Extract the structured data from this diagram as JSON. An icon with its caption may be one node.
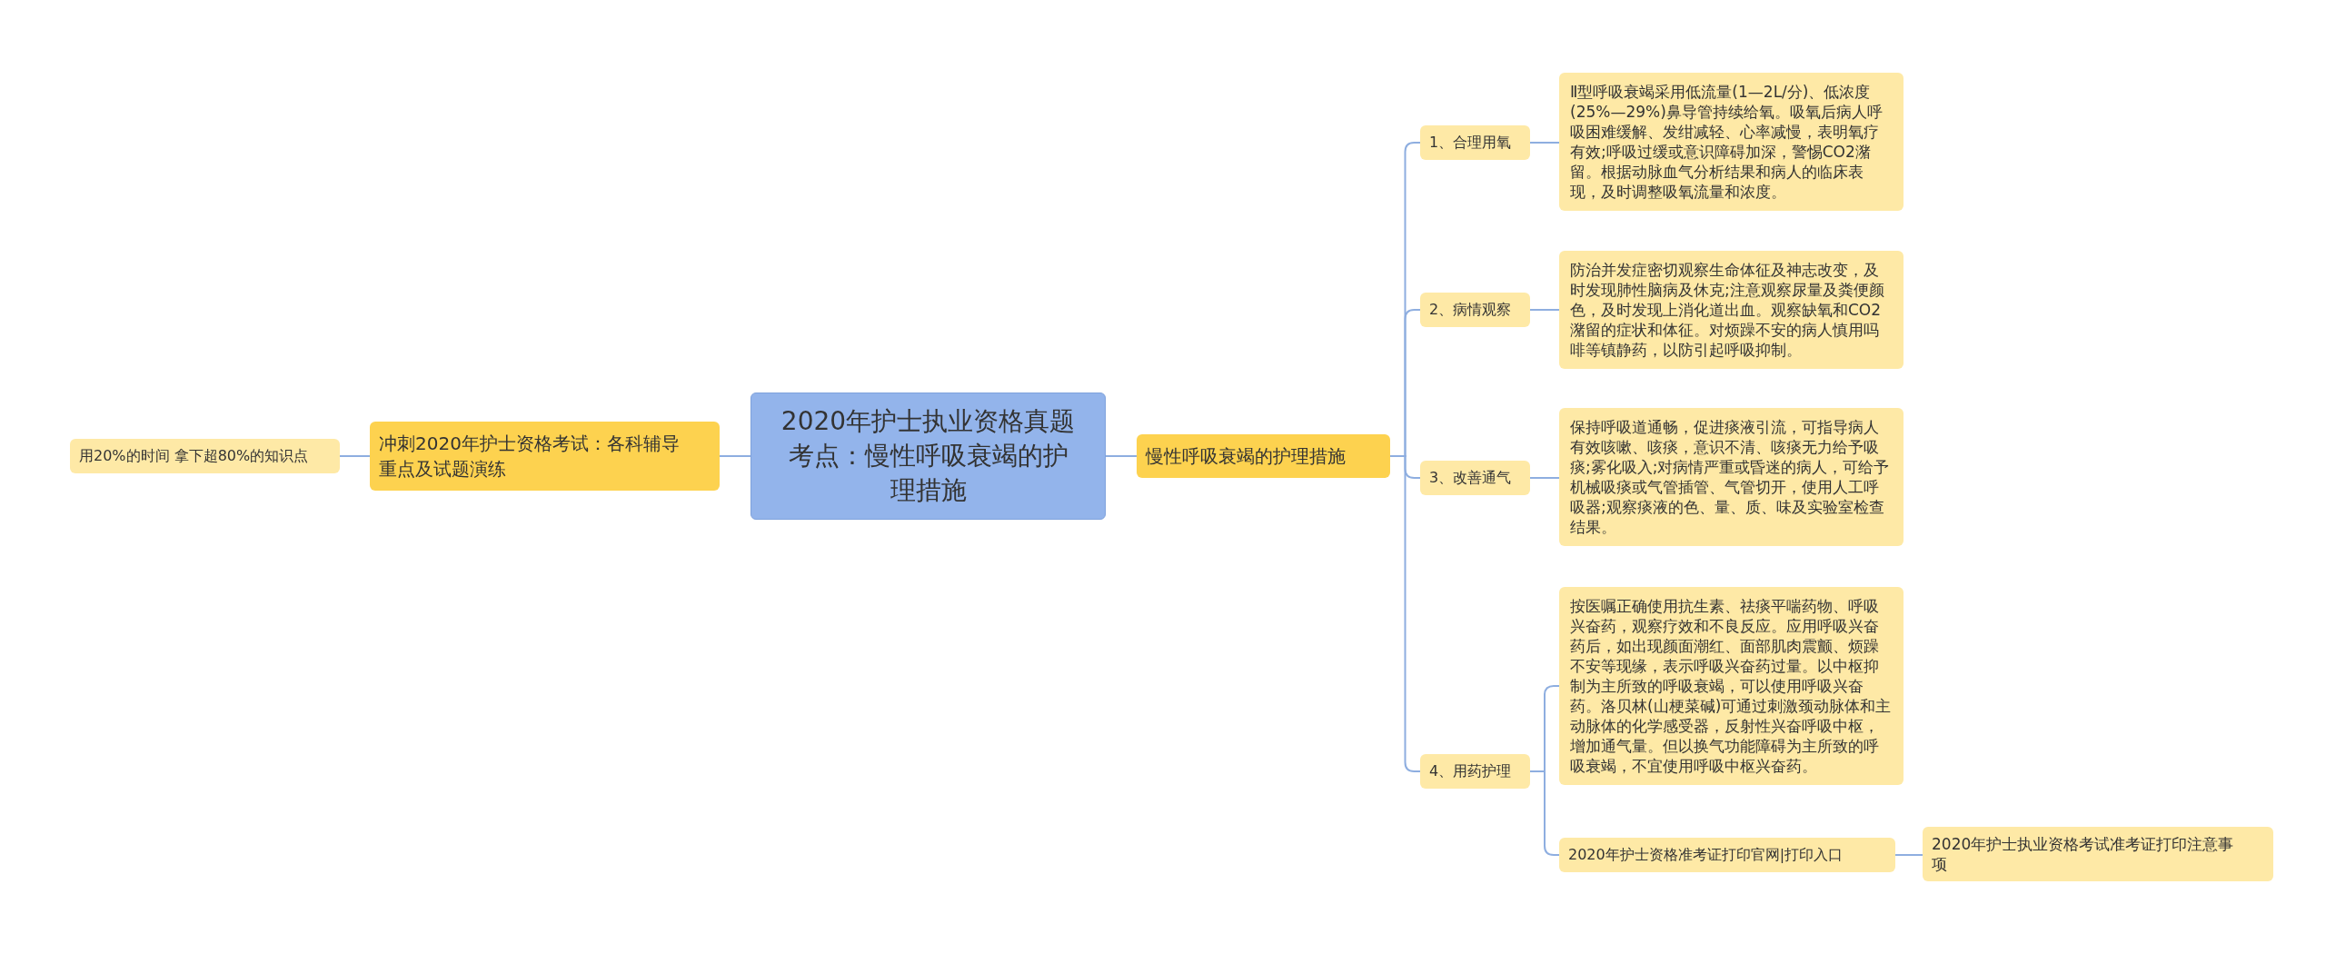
{
  "diagram": {
    "nodes": [
      {
        "text": [
          "用20%的时间 拿下超80%的知识点"
        ]
      },
      {
        "text": [
          "冲刺2020年护士资格考试：各科辅导重点及试题演练"
        ]
      },
      {
        "text": [
          "2020年护士执业资格真题考点：慢性呼吸衰竭的护理措施"
        ]
      },
      {
        "text": [
          "慢性呼吸衰竭的护理措施"
        ]
      },
      {
        "text": [
          "1、合理用氧"
        ]
      },
      {
        "text": [
          "Ⅱ型呼吸衰竭采用低流量(1—2L/分)、低浓度(25%—29%)鼻导管持续给氧。吸氧后病人呼吸困难缓解、发绀减轻、心率减慢，表明氧疗有效;呼吸过缓或意识障碍加深，警惕CO2潴留。根据动脉血气分析结果和病人的临床表现，及时调整吸氧流量和浓度。"
        ]
      },
      {
        "text": [
          "2、病情观察"
        ]
      },
      {
        "text": [
          "防治并发症密切观察生命体征及神志改变，及时发现肺性脑病及休克;注意观察尿量及粪便颜色，及时发现上消化道出血。观察缺氧和CO2潴留的症状和体征。对烦躁不安的病人慎用吗啡等镇静药，以防引起呼吸抑制。"
        ]
      },
      {
        "text": [
          "3、改善通气"
        ]
      },
      {
        "text": [
          "保持呼吸道通畅，促进痰液引流，可指导病人有效咳嗽、咳痰，意识不清、咳痰无力给予吸痰;雾化吸入;对病情严重或昏迷的病人，可给予机械吸痰或气管插管、气管切开，使用人工呼吸器;观察痰液的色、量、质、味及实验室检查结果。"
        ]
      },
      {
        "text": [
          "4、用药护理"
        ]
      },
      {
        "text": [
          "按医嘱正确使用抗生素、祛痰平喘药物、呼吸兴奋药，观察疗效和不良反应。应用呼吸兴奋药后，如出现颜面潮红、面部肌肉震颤、烦躁不安等现缘，表示呼吸兴奋药过量。以中枢抑制为主所致的呼吸衰竭，可以使用呼吸兴奋药。洛贝林(山梗菜碱)可通过刺激颈动脉体和主动脉体的化学感受器，反射性兴奋呼吸中枢，增加通气量。但以换气功能障碍为主所致的呼吸衰竭，不宜使用呼吸中枢兴奋药。"
        ]
      },
      {
        "text": [
          "2020年护士资格准考证打印官网|打印入口"
        ]
      },
      {
        "text": [
          "2020年护士执业资格考试准考证打印注意事项"
        ]
      }
    ],
    "edges": [
      {
        "from": 2,
        "to": 1,
        "arrow": "none"
      },
      {
        "from": 1,
        "to": 0,
        "arrow": "none"
      },
      {
        "from": 2,
        "to": 3,
        "arrow": "none"
      },
      {
        "from": 3,
        "to": 4,
        "arrow": "none"
      },
      {
        "from": 3,
        "to": 6,
        "arrow": "none"
      },
      {
        "from": 3,
        "to": 8,
        "arrow": "none"
      },
      {
        "from": 3,
        "to": 10,
        "arrow": "none"
      },
      {
        "from": 4,
        "to": 5,
        "arrow": "none"
      },
      {
        "from": 6,
        "to": 7,
        "arrow": "none"
      },
      {
        "from": 8,
        "to": 9,
        "arrow": "none"
      },
      {
        "from": 10,
        "to": 11,
        "arrow": "none"
      },
      {
        "from": 10,
        "to": 12,
        "arrow": "none"
      },
      {
        "from": 12,
        "to": 13,
        "arrow": "none"
      }
    ]
  }
}
